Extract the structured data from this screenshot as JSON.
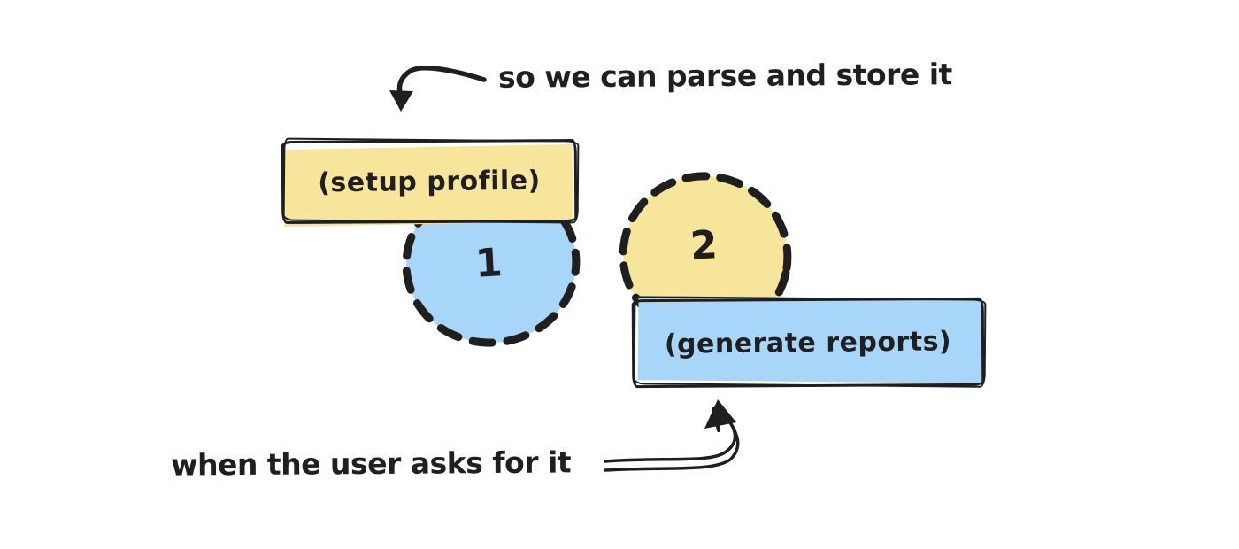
{
  "colors": {
    "background": "#ffffff",
    "ink": "#1f1f1f",
    "yellow": "#f8e59c",
    "blue": "#a7d6f8"
  },
  "annotations": {
    "top_note": "so we can parse and store it",
    "bottom_note": "when the user asks for it"
  },
  "steps": {
    "step1": {
      "number": "1",
      "label": "(setup profile)"
    },
    "step2": {
      "number": "2",
      "label": "(generate reports)"
    }
  }
}
